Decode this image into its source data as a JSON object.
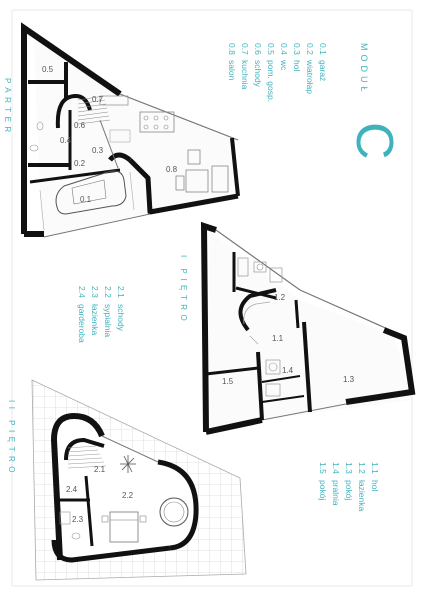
{
  "colors": {
    "accent": "#3fb3bd",
    "wall": "#111111",
    "line": "#777777",
    "pale": "#c8c8c8"
  },
  "module": {
    "word": "MODUŁ",
    "letter": "C"
  },
  "floors": {
    "ground": {
      "title": "PARTER",
      "legend": [
        {
          "code": "0.1",
          "name": "garaż"
        },
        {
          "code": "0.2",
          "name": "wiatrołap"
        },
        {
          "code": "0.3",
          "name": "hol"
        },
        {
          "code": "0.4",
          "name": "wc"
        },
        {
          "code": "0.5",
          "name": "pom. gosp."
        },
        {
          "code": "0.6",
          "name": "schody"
        },
        {
          "code": "0.7",
          "name": "kuchnia"
        },
        {
          "code": "0.8",
          "name": "salon"
        }
      ],
      "plan_labels": [
        "0.1",
        "0.2",
        "0.3",
        "0.4",
        "0.5",
        "0.6",
        "0.7",
        "0.8"
      ]
    },
    "first": {
      "title": "I PIĘTRO",
      "legend": [
        {
          "code": "1.1",
          "name": "hol"
        },
        {
          "code": "1.2",
          "name": "łazienka"
        },
        {
          "code": "1.3",
          "name": "pokój"
        },
        {
          "code": "1.4",
          "name": "pralnia"
        },
        {
          "code": "1.5",
          "name": "pokój"
        }
      ],
      "plan_labels": [
        "1.1",
        "1.2",
        "1.3",
        "1.4",
        "1.5"
      ]
    },
    "second": {
      "title": "II PIĘTRO",
      "legend": [
        {
          "code": "2.1",
          "name": "schody"
        },
        {
          "code": "2.2",
          "name": "sypialnia"
        },
        {
          "code": "2.3",
          "name": "łazienka"
        },
        {
          "code": "2.4",
          "name": "garderoba"
        }
      ],
      "plan_labels": [
        "2.1",
        "2.2",
        "2.3",
        "2.4"
      ]
    }
  }
}
